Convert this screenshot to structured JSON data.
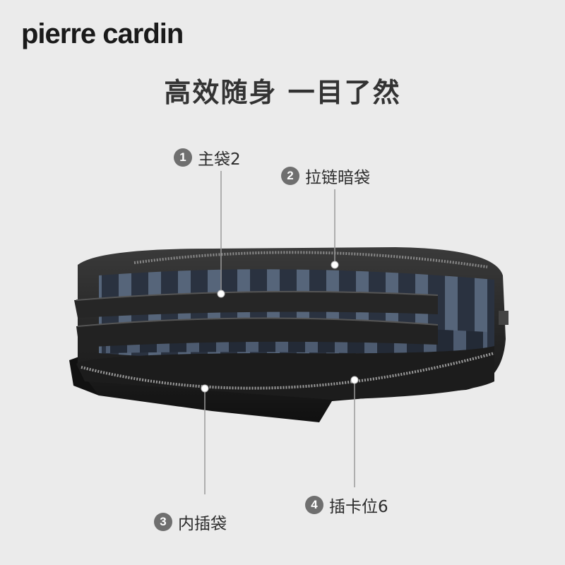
{
  "brand": {
    "logo_text": "pierre cardin"
  },
  "headline": "高效随身 一目了然",
  "callouts": [
    {
      "number": "1",
      "label": "主袋2"
    },
    {
      "number": "2",
      "label": "拉链暗袋"
    },
    {
      "number": "3",
      "label": "内插袋"
    },
    {
      "number": "4",
      "label": "插卡位6"
    }
  ],
  "colors": {
    "background": "#ebebeb",
    "leather": "#1c1c1c",
    "lining_dark": "#2a3240",
    "lining_light": "#5a6a80",
    "badge": "#6f6f6f"
  }
}
